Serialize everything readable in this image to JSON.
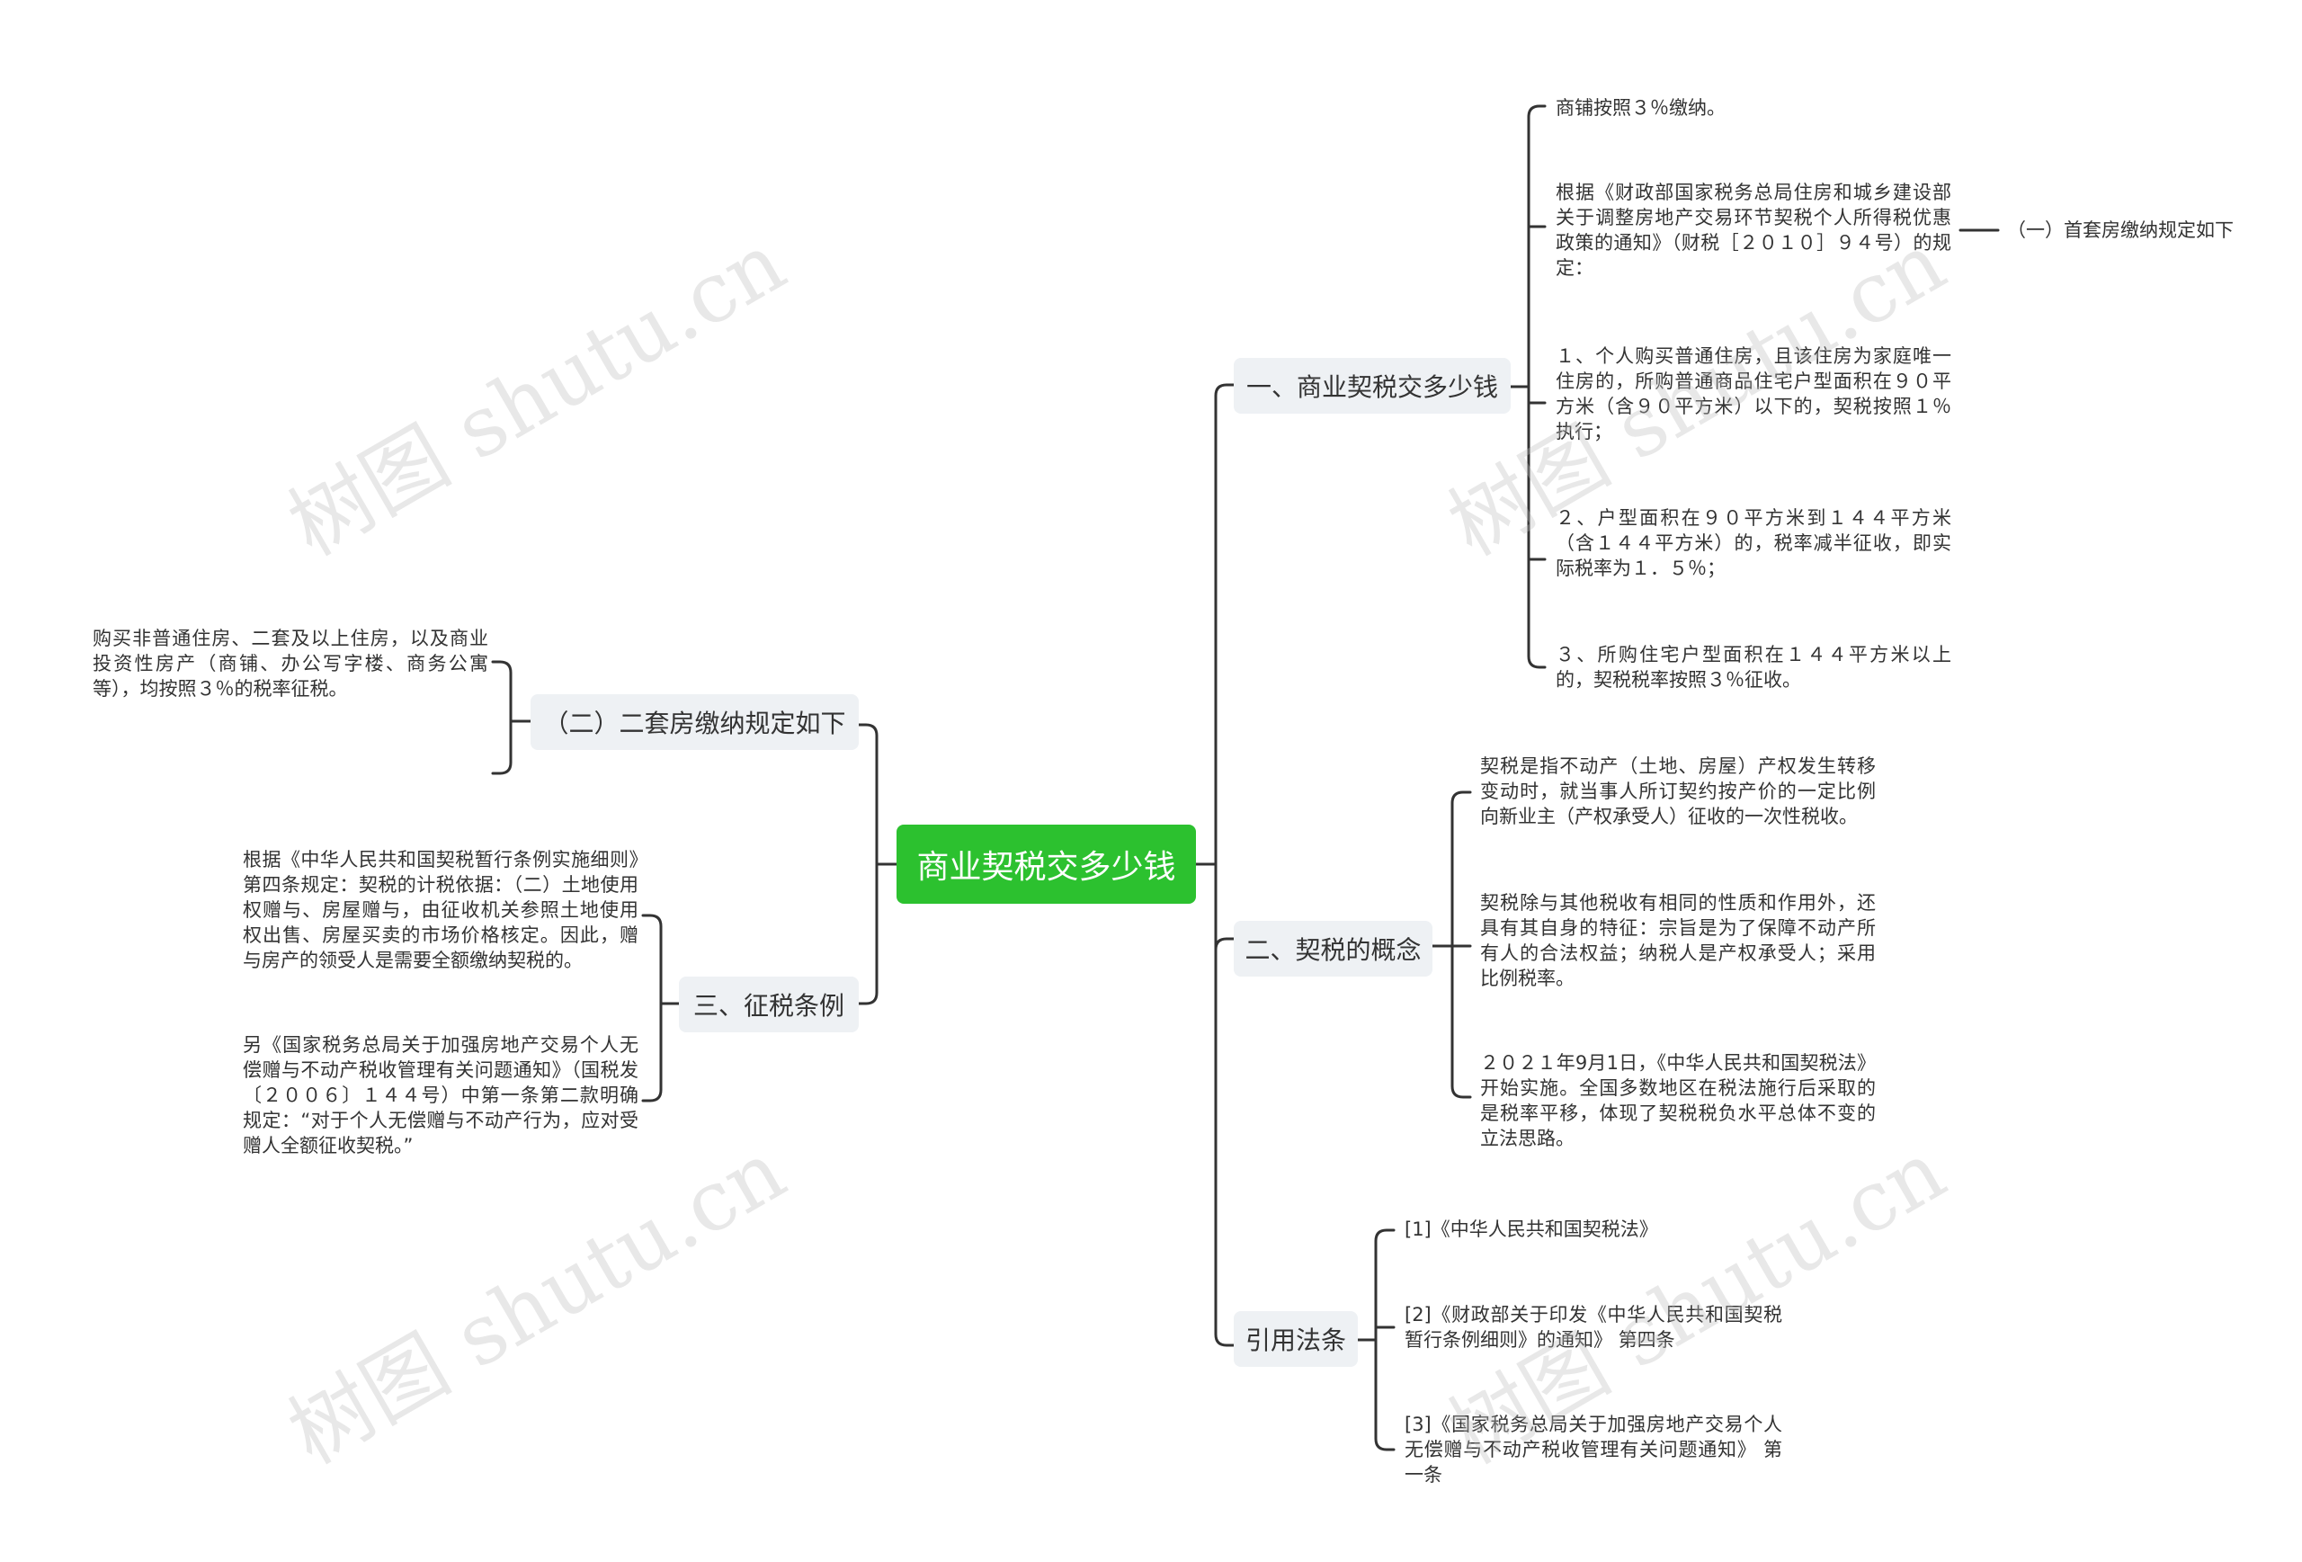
{
  "root": {
    "label": "商业契税交多少钱"
  },
  "branches": {
    "b1": {
      "label": "一、商业契税交多少钱",
      "leaves": [
        "商铺按照３％缴纳。",
        "根据《财政部国家税务总局住房和城乡建设部关于调整房地产交易环节契税个人所得税优惠政策的通知》（财税［２０１０］９４号）的规定：",
        "１、个人购买普通住房，且该住房为家庭唯一住房的，所购普通商品住宅户型面积在９０平方米（含９０平方米）以下的，契税按照１％执行；",
        "２、户型面积在９０平方米到１４４平方米（含１４４平方米）的，税率减半征收，即实际税率为１．５％；",
        "３、所购住宅户型面积在１４４平方米以上的，契税税率按照３％征收。"
      ],
      "sub_label": "（一）首套房缴纳规定如下"
    },
    "b2": {
      "label": "二、契税的概念",
      "leaves": [
        "契税是指不动产（土地、房屋）产权发生转移变动时，就当事人所订契约按产价的一定比例向新业主（产权承受人）征收的一次性税收。",
        "契税除与其他税收有相同的性质和作用外，还具有其自身的特征：宗旨是为了保障不动产所有人的合法权益；纳税人是产权承受人；采用比例税率。",
        "２０２１年9月1日，《中华人民共和国契税法》开始实施。全国多数地区在税法施行后采取的是税率平移，体现了契税税负水平总体不变的立法思路。"
      ]
    },
    "b3": {
      "label": "引用法条",
      "leaves": [
        "[1]《中华人民共和国契税法》",
        "[2]《财政部关于印发《中华人民共和国契税暂行条例细则》的通知》 第四条",
        "[3]《国家税务总局关于加强房地产交易个人无偿赠与不动产税收管理有关问题通知》 第一条"
      ]
    },
    "b4": {
      "label": "（二）二套房缴纳规定如下",
      "leaves": [
        "购买非普通住房、二套及以上住房，以及商业投资性房产（商铺、办公写字楼、商务公寓等），均按照３％的税率征税。"
      ]
    },
    "b5": {
      "label": "三、征税条例",
      "leaves": [
        "根据《中华人民共和国契税暂行条例实施细则》第四条规定：契税的计税依据：（二）土地使用权赠与、房屋赠与，由征收机关参照土地使用权出售、房屋买卖的市场价格核定。因此，赠与房产的领受人是需要全额缴纳契税的。",
        "另《国家税务总局关于加强房地产交易个人无偿赠与不动产税收管理有关问题通知》（国税发〔２００６〕１４４号）中第一条第二款明确规定：“对于个人无偿赠与不动产行为，应对受赠人全额征收契税。”"
      ]
    }
  },
  "watermark": "树图 shutu.cn",
  "colors": {
    "root": "#2cc12f",
    "branch_bg": "#eef1f4",
    "line": "#333333"
  }
}
